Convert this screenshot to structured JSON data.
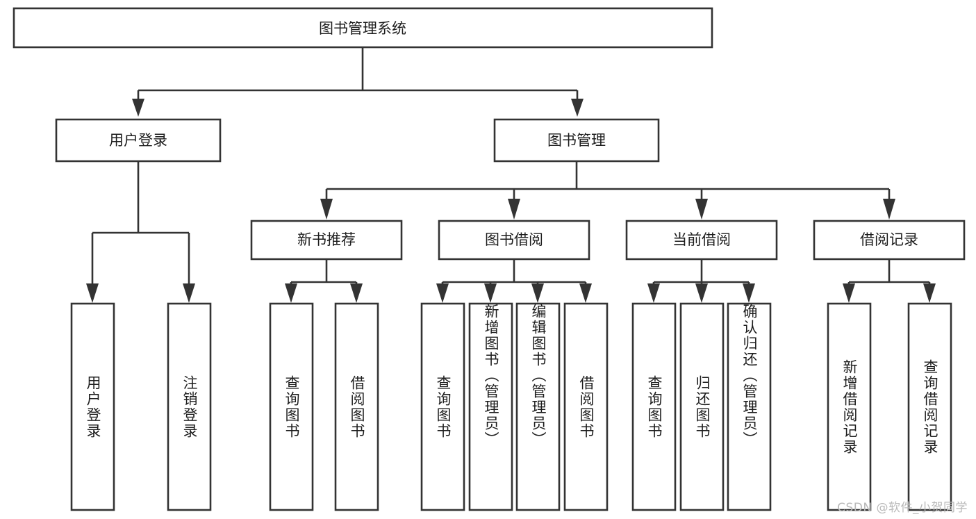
{
  "diagram": {
    "type": "tree-hierarchy",
    "title": "图书管理系统",
    "orientation": "top-down",
    "colors": {
      "box_stroke": "#333333",
      "box_fill": "#ffffff",
      "text": "#1d1d1d",
      "background": "#ffffff",
      "watermark": "#b9b9b9"
    },
    "root": {
      "label": "图书管理系统"
    },
    "level2": [
      {
        "label": "用户登录"
      },
      {
        "label": "图书管理"
      }
    ],
    "level3": [
      {
        "label": "新书推荐"
      },
      {
        "label": "图书借阅"
      },
      {
        "label": "当前借阅"
      },
      {
        "label": "借阅记录"
      }
    ],
    "leaves": {
      "user_login": [
        {
          "label": "用户登录"
        },
        {
          "label": "注销登录"
        }
      ],
      "new_book_recommend": [
        {
          "label": "查询图书"
        },
        {
          "label": "借阅图书"
        }
      ],
      "book_borrow": [
        {
          "label": "查询图书"
        },
        {
          "label": "新增图书（管理员）"
        },
        {
          "label": "编辑图书（管理员）"
        },
        {
          "label": "借阅图书"
        }
      ],
      "current_borrow": [
        {
          "label": "查询图书"
        },
        {
          "label": "归还图书"
        },
        {
          "label": "确认归还（管理员）"
        }
      ],
      "borrow_record": [
        {
          "label": "新增借阅记录"
        },
        {
          "label": "查询借阅记录"
        }
      ]
    },
    "watermark": "CSDN @软件_小贺同学"
  }
}
